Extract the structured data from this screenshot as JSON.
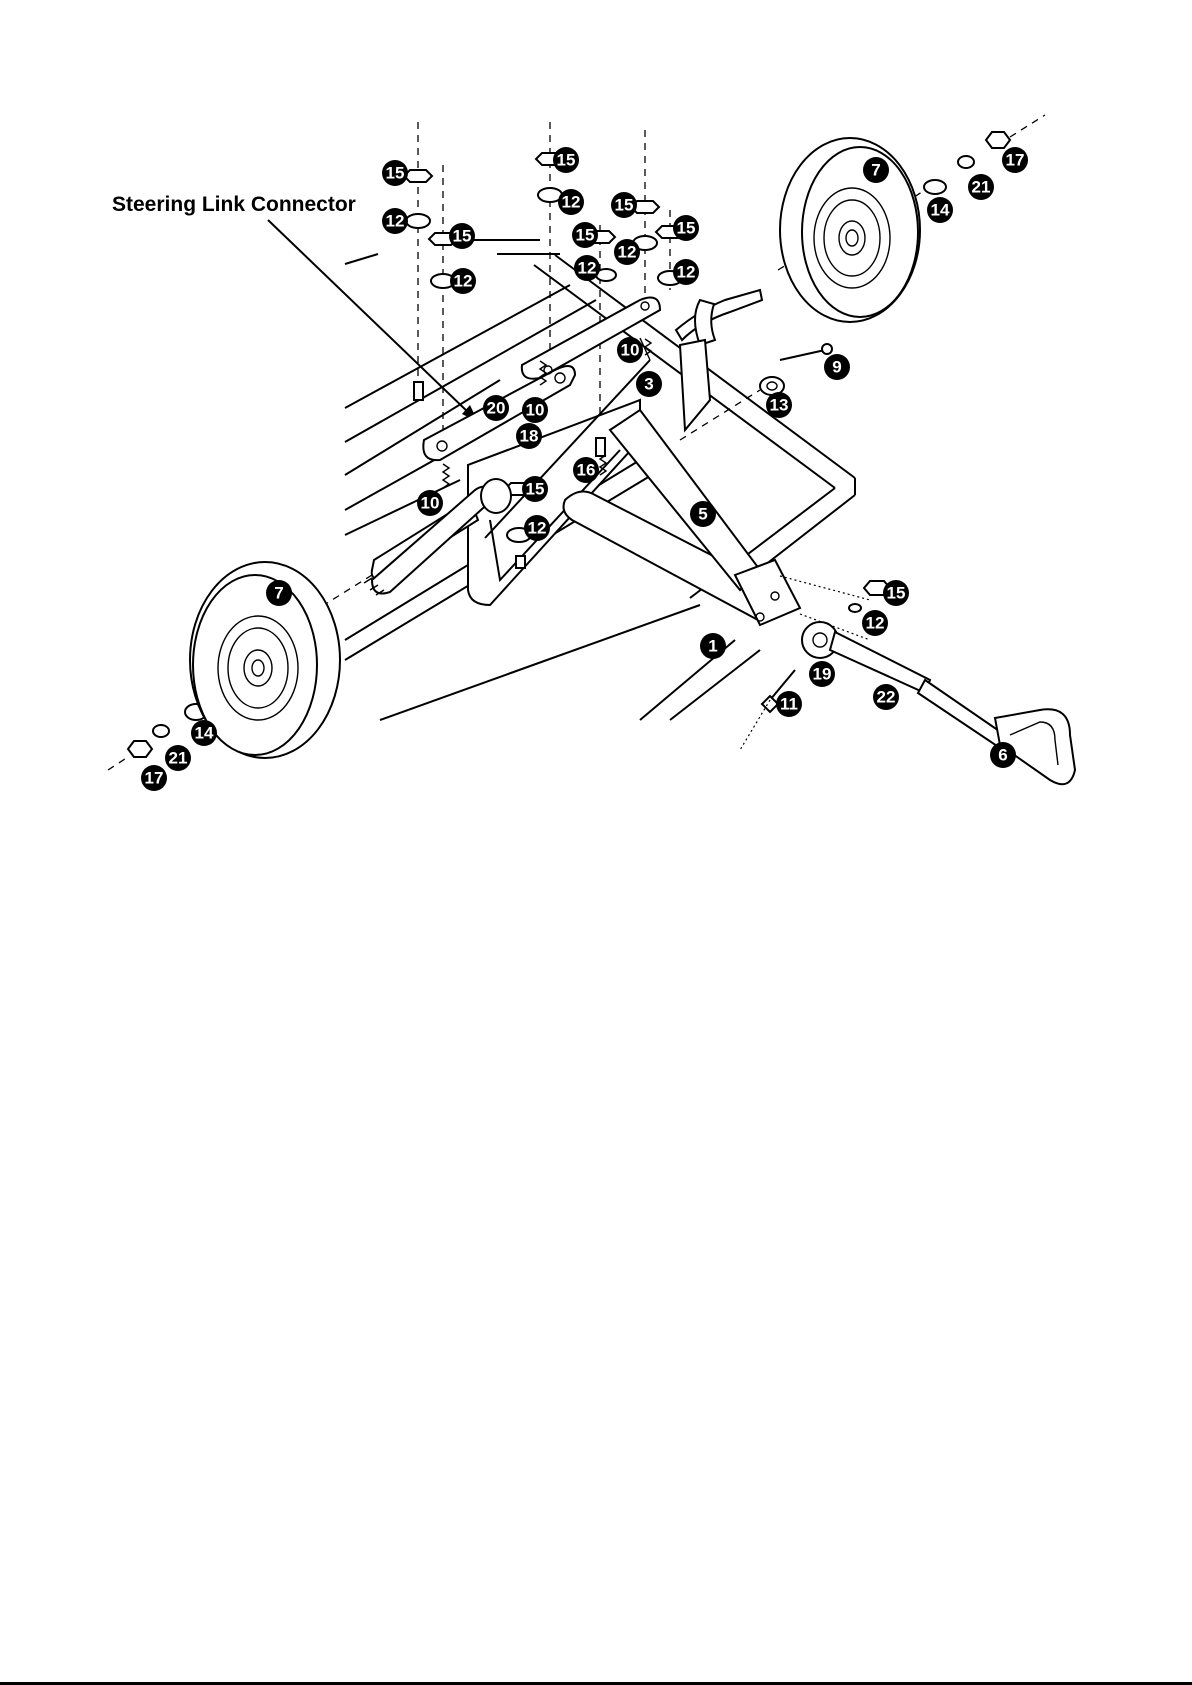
{
  "heading": "Steering Link Connector",
  "callouts": [
    {
      "id": "c15a",
      "label": "15"
    },
    {
      "id": "c12a",
      "label": "12"
    },
    {
      "id": "c15b",
      "label": "15"
    },
    {
      "id": "c12b",
      "label": "12"
    },
    {
      "id": "c15c",
      "label": "15"
    },
    {
      "id": "c12c",
      "label": "12"
    },
    {
      "id": "c15d",
      "label": "15"
    },
    {
      "id": "c15e",
      "label": "15"
    },
    {
      "id": "c12d",
      "label": "12"
    },
    {
      "id": "c12e",
      "label": "12"
    },
    {
      "id": "c15f",
      "label": "15"
    },
    {
      "id": "c12f",
      "label": "12"
    },
    {
      "id": "c7a",
      "label": "7"
    },
    {
      "id": "c14a",
      "label": "14"
    },
    {
      "id": "c21a",
      "label": "21"
    },
    {
      "id": "c17a",
      "label": "17"
    },
    {
      "id": "c10a",
      "label": "10"
    },
    {
      "id": "c3",
      "label": "3"
    },
    {
      "id": "c9",
      "label": "9"
    },
    {
      "id": "c13",
      "label": "13"
    },
    {
      "id": "c20",
      "label": "20"
    },
    {
      "id": "c10b",
      "label": "10"
    },
    {
      "id": "c18",
      "label": "18"
    },
    {
      "id": "c16",
      "label": "16"
    },
    {
      "id": "c10c",
      "label": "10"
    },
    {
      "id": "c15g",
      "label": "15"
    },
    {
      "id": "c12g",
      "label": "12"
    },
    {
      "id": "c5",
      "label": "5"
    },
    {
      "id": "c15h",
      "label": "15"
    },
    {
      "id": "c12h",
      "label": "12"
    },
    {
      "id": "c7b",
      "label": "7"
    },
    {
      "id": "c1",
      "label": "1"
    },
    {
      "id": "c19",
      "label": "19"
    },
    {
      "id": "c22",
      "label": "22"
    },
    {
      "id": "c11",
      "label": "11"
    },
    {
      "id": "c6",
      "label": "6"
    },
    {
      "id": "c14b",
      "label": "14"
    },
    {
      "id": "c21b",
      "label": "21"
    },
    {
      "id": "c17b",
      "label": "17"
    }
  ]
}
